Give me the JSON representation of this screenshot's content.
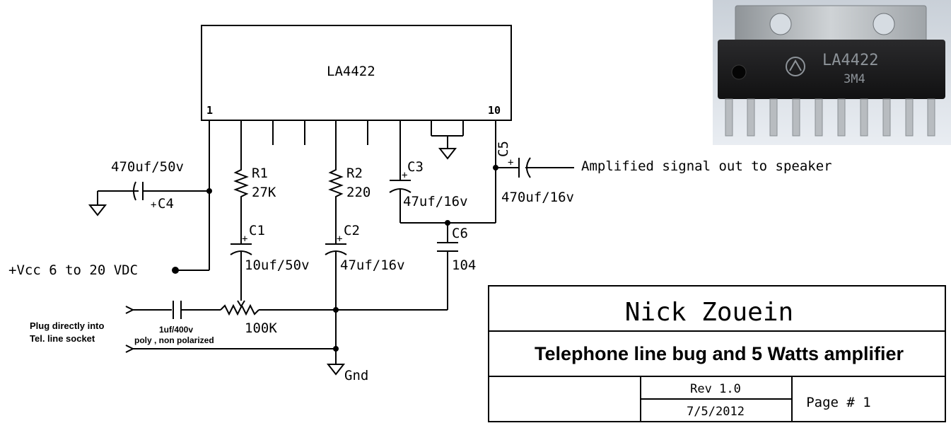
{
  "chip": {
    "name": "LA4422",
    "pin_first": "1",
    "pin_last": "10"
  },
  "components": {
    "r1": {
      "ref": "R1",
      "value": "27K"
    },
    "r2": {
      "ref": "R2",
      "value": "220"
    },
    "c1": {
      "ref": "C1",
      "value": "10uf/50v"
    },
    "c2": {
      "ref": "C2",
      "value": "47uf/16v"
    },
    "c3": {
      "ref": "C3",
      "value": "47uf/16v"
    },
    "c4": {
      "ref": "C4",
      "value": "470uf/50v"
    },
    "c5": {
      "ref": "C5",
      "value": "470uf/16v"
    },
    "c6": {
      "ref": "C6",
      "value": "104"
    },
    "pot": {
      "value": "100K"
    },
    "coupling_cap": {
      "value": "1uf/400v",
      "note": "poly , non polarized"
    }
  },
  "labels": {
    "vcc": "+Vcc 6 to 20 VDC",
    "output": "Amplified signal out to  speaker",
    "gnd": "Gnd",
    "plus": "+",
    "input_line1": "Plug directly into",
    "input_line2": "Tel. line socket"
  },
  "title_block": {
    "author": "Nick Zouein",
    "title": "Telephone line bug and 5 Watts amplifier",
    "rev": "Rev 1.0",
    "date": "7/5/2012",
    "page": "Page # 1"
  },
  "photo": {
    "marking_line1": "LA4422",
    "marking_line2": "3M4"
  }
}
